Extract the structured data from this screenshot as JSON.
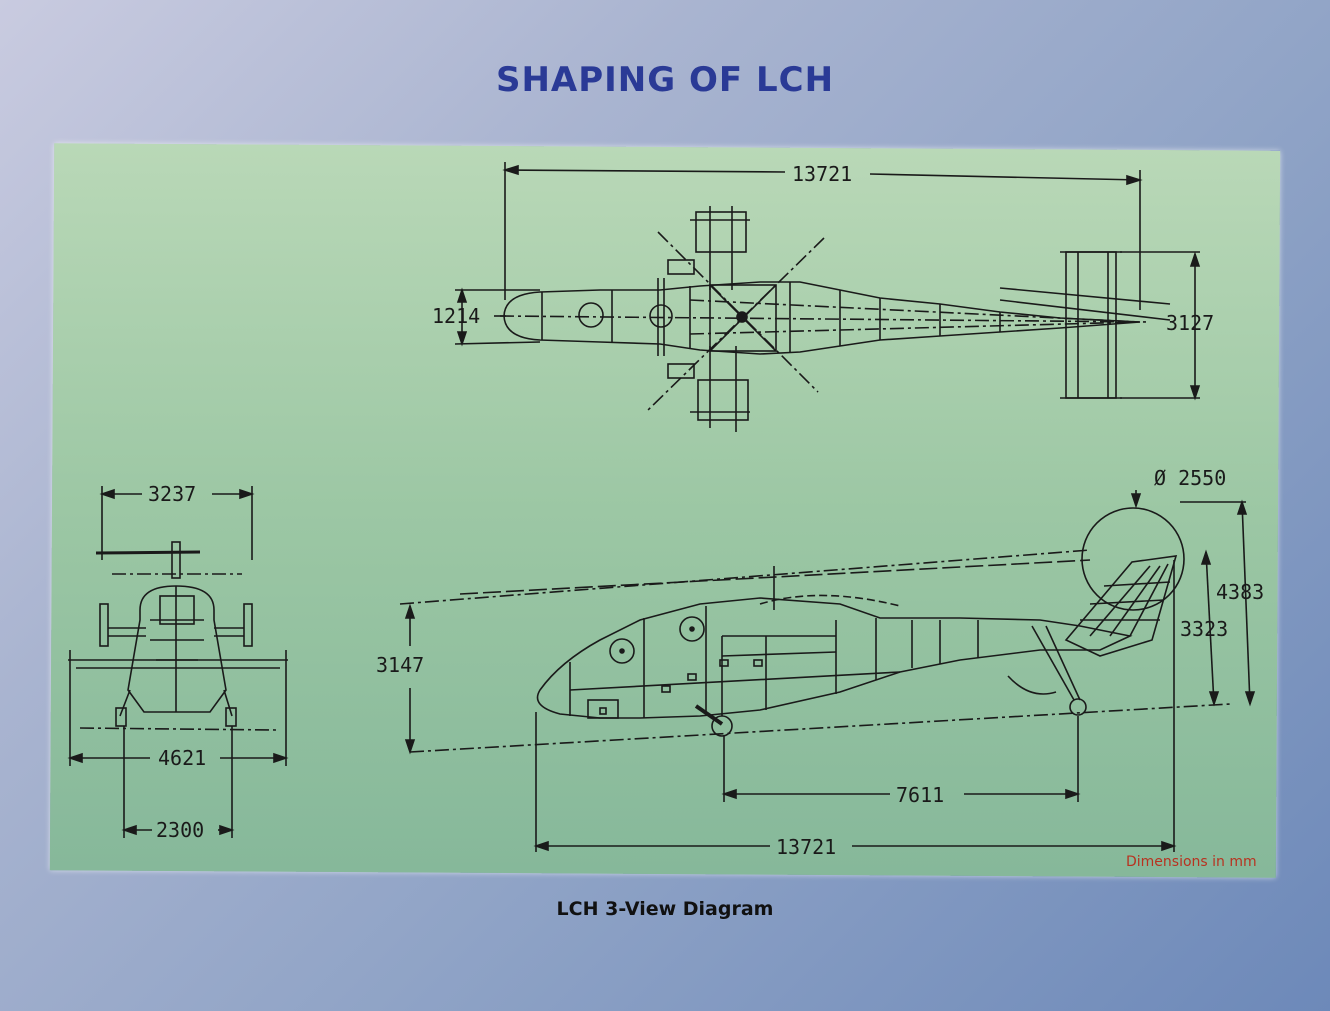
{
  "title": "SHAPING OF LCH",
  "caption": "LCH  3-View Diagram",
  "units_note": "Dimensions in mm",
  "colors": {
    "title": "#2a3a96",
    "panel": "#a3cba8",
    "lines": "#1a1a1a",
    "units_note": "#b83220"
  },
  "dimensions": {
    "top_length": "13721",
    "top_width": "1214",
    "tail_span": "3127",
    "front_rotor_width": "3237",
    "front_track_width": "4621",
    "front_skid_width": "2300",
    "side_height": "3147",
    "tail_rotor_diameter": "Ø 2550",
    "tail_height_total": "4383",
    "tail_height_fin": "3323",
    "wheelbase": "7611",
    "side_length": "13721"
  }
}
